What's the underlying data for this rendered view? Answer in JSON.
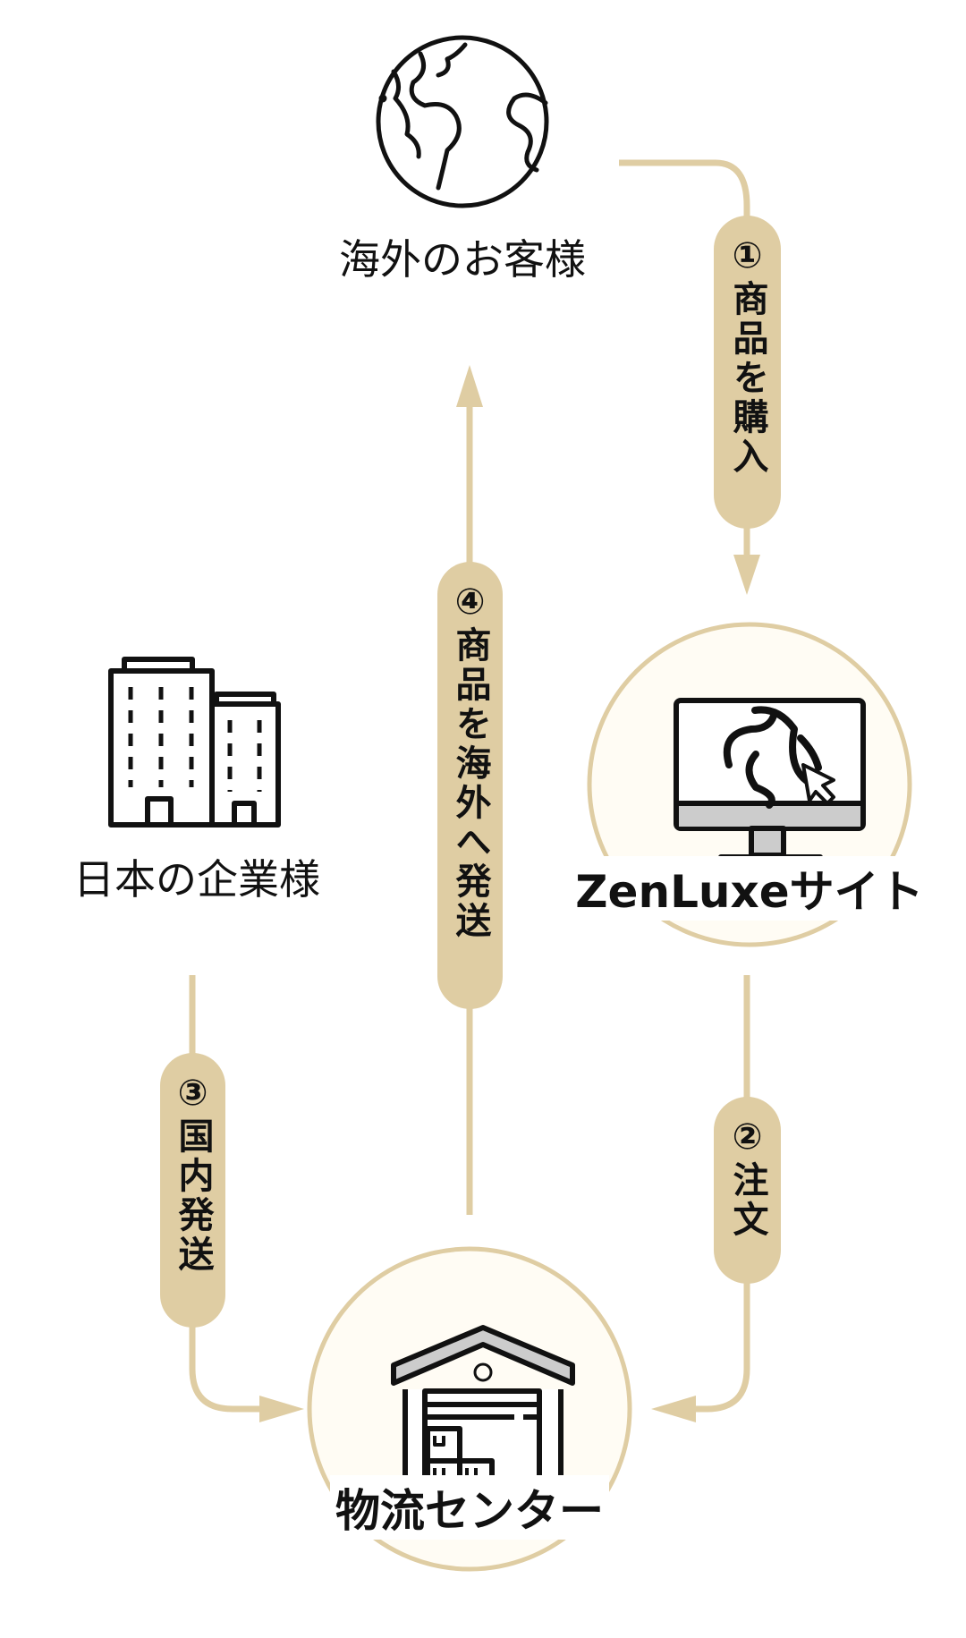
{
  "colors": {
    "accent": "#dfcda3",
    "circle_fill": "#fffcf4",
    "ink": "#111111"
  },
  "nodes": {
    "overseas_customer": {
      "label": "海外のお客様",
      "icon": "globe-icon"
    },
    "zenluxe_site": {
      "label": "ZenLuxeサイト",
      "icon": "monitor-icon"
    },
    "japan_company": {
      "label": "日本の企業様",
      "icon": "building-icon"
    },
    "logistics_center": {
      "label": "物流センター",
      "icon": "warehouse-icon"
    }
  },
  "steps": [
    {
      "label": "①商品を購入"
    },
    {
      "label": "②注文"
    },
    {
      "label": "③国内発送"
    },
    {
      "label": "④商品を海外へ発送"
    }
  ]
}
